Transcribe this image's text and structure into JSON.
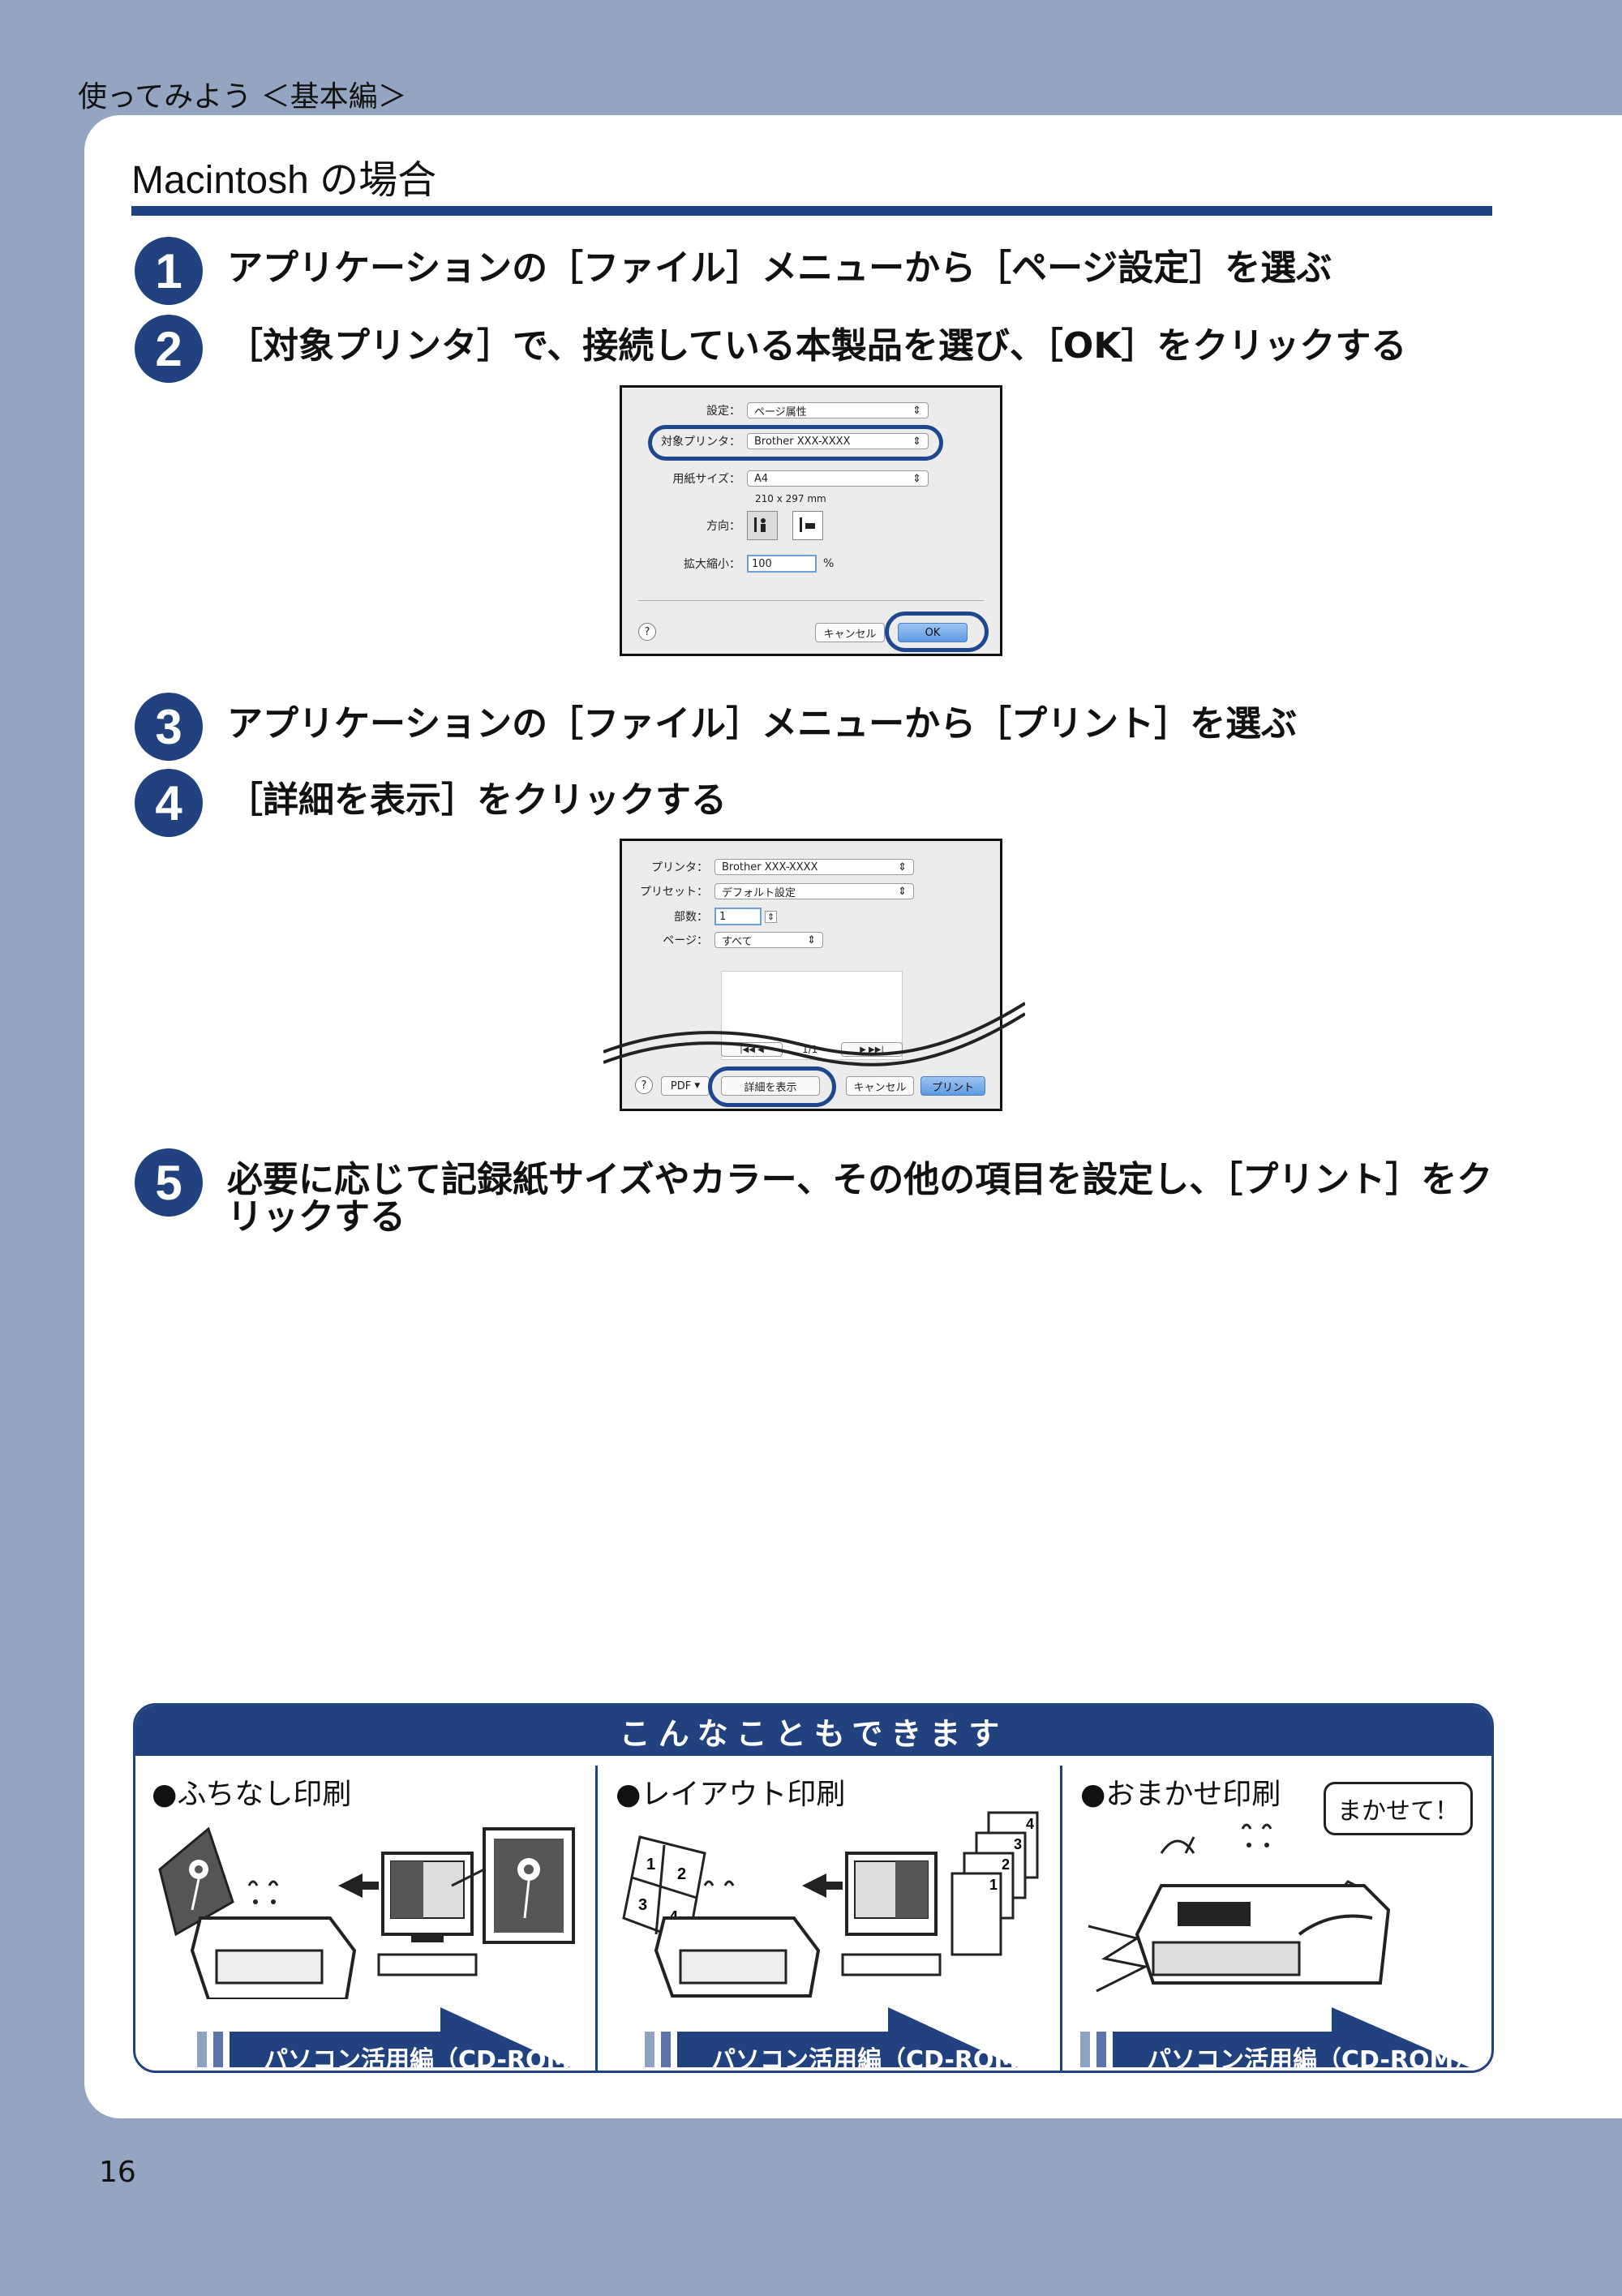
{
  "header": {
    "chapter": "使ってみよう ＜基本編＞"
  },
  "section": {
    "title": "Macintosh の場合"
  },
  "steps": [
    {
      "num": "1",
      "text": "アプリケーションの［ファイル］メニューから［ページ設定］を選ぶ"
    },
    {
      "num": "2",
      "text": "［対象プリンタ］で、接続している本製品を選び、［OK］をクリックする"
    },
    {
      "num": "3",
      "text": "アプリケーションの［ファイル］メニューから［プリント］を選ぶ"
    },
    {
      "num": "4",
      "text": "［詳細を表示］をクリックする"
    },
    {
      "num": "5",
      "text": "必要に応じて記録紙サイズやカラー、その他の項目を設定し、［プリント］をクリックする"
    }
  ],
  "dialog1": {
    "settings_label": "設定：",
    "settings_value": "ページ属性",
    "printer_label": "対象プリンタ：",
    "printer_value": "Brother XXX-XXXX",
    "paper_label": "用紙サイズ：",
    "paper_value": "A4",
    "paper_dims": "210 x 297 mm",
    "orientation_label": "方向：",
    "scale_label": "拡大縮小：",
    "scale_value": "100",
    "scale_unit": "%",
    "help": "?",
    "cancel": "キャンセル",
    "ok": "OK"
  },
  "dialog2": {
    "printer_label": "プリンタ：",
    "printer_value": "Brother XXX-XXXX",
    "preset_label": "プリセット：",
    "preset_value": "デフォルト設定",
    "copies_label": "部数：",
    "copies_value": "1",
    "pages_label": "ページ：",
    "pages_value": "すべて",
    "page_count": "1/1",
    "help": "?",
    "pdf": "PDF",
    "details": "詳細を表示",
    "cancel": "キャンセル",
    "print": "プリント"
  },
  "bottom": {
    "header": "こんなこともできます",
    "columns": [
      {
        "title": "●ふちなし印刷",
        "banner": "パソコン活用編（CD-ROM）"
      },
      {
        "title": "●レイアウト印刷",
        "banner": "パソコン活用編（CD-ROM）"
      },
      {
        "title": "●おまかせ印刷",
        "banner": "パソコン活用編（CD-ROM）",
        "bubble": "まかせて！"
      }
    ],
    "layout_nums": [
      "1",
      "2",
      "3",
      "4"
    ],
    "sheet_nums": [
      "4",
      "3",
      "2",
      "1"
    ]
  },
  "footer": {
    "page_number": "16"
  },
  "colors": {
    "navy": "#21427e",
    "band": "#93a5c0",
    "highlight": "#1e4790"
  }
}
